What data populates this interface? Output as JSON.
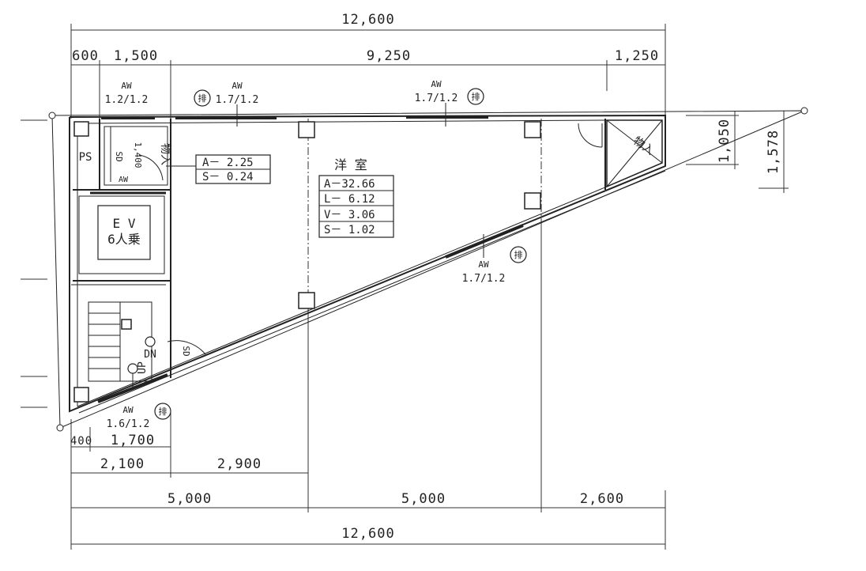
{
  "dimensions": {
    "top_total": "12,600",
    "top_600": "600",
    "top_1500": "1,500",
    "top_9250": "9,250",
    "top_1250": "1,250",
    "right_1050": "1,050",
    "right_1578": "1,578",
    "bottom_400": "400",
    "bottom_1700": "1,700",
    "bottom_2100": "2,100",
    "bottom_2900": "2,900",
    "bottom_5000_a": "5,000",
    "bottom_5000_b": "5,000",
    "bottom_2600": "2,600",
    "bottom_total": "12,600"
  },
  "windows": {
    "top_left": {
      "type": "AW",
      "size": "1.2/1.2"
    },
    "top_mid": {
      "type": "AW",
      "size": "1.7/1.2"
    },
    "top_right": {
      "type": "AW",
      "size": "1.7/1.2"
    },
    "diagonal": {
      "type": "AW",
      "size": "1.7/1.2"
    },
    "bottom": {
      "type": "AW",
      "size": "1.6/1.2"
    }
  },
  "vent_symbol": "排",
  "rooms": {
    "ps": "PS",
    "storage_small": "物入",
    "storage_large": "物入",
    "storage_small_depth": "1,400",
    "storage_small_door": "SD",
    "storage_small_window": "AW",
    "ev_line1": "E V",
    "ev_line2": "6人乗",
    "stair_dn": "DN",
    "stair_up": "UP",
    "stair_door": "SD",
    "main_room": "洋 室"
  },
  "area_small": [
    "A－ 2.25",
    "S－ 0.24"
  ],
  "area_main": [
    "A－32.66",
    "L－ 6.12",
    "V－ 3.06",
    "S－ 1.02"
  ]
}
